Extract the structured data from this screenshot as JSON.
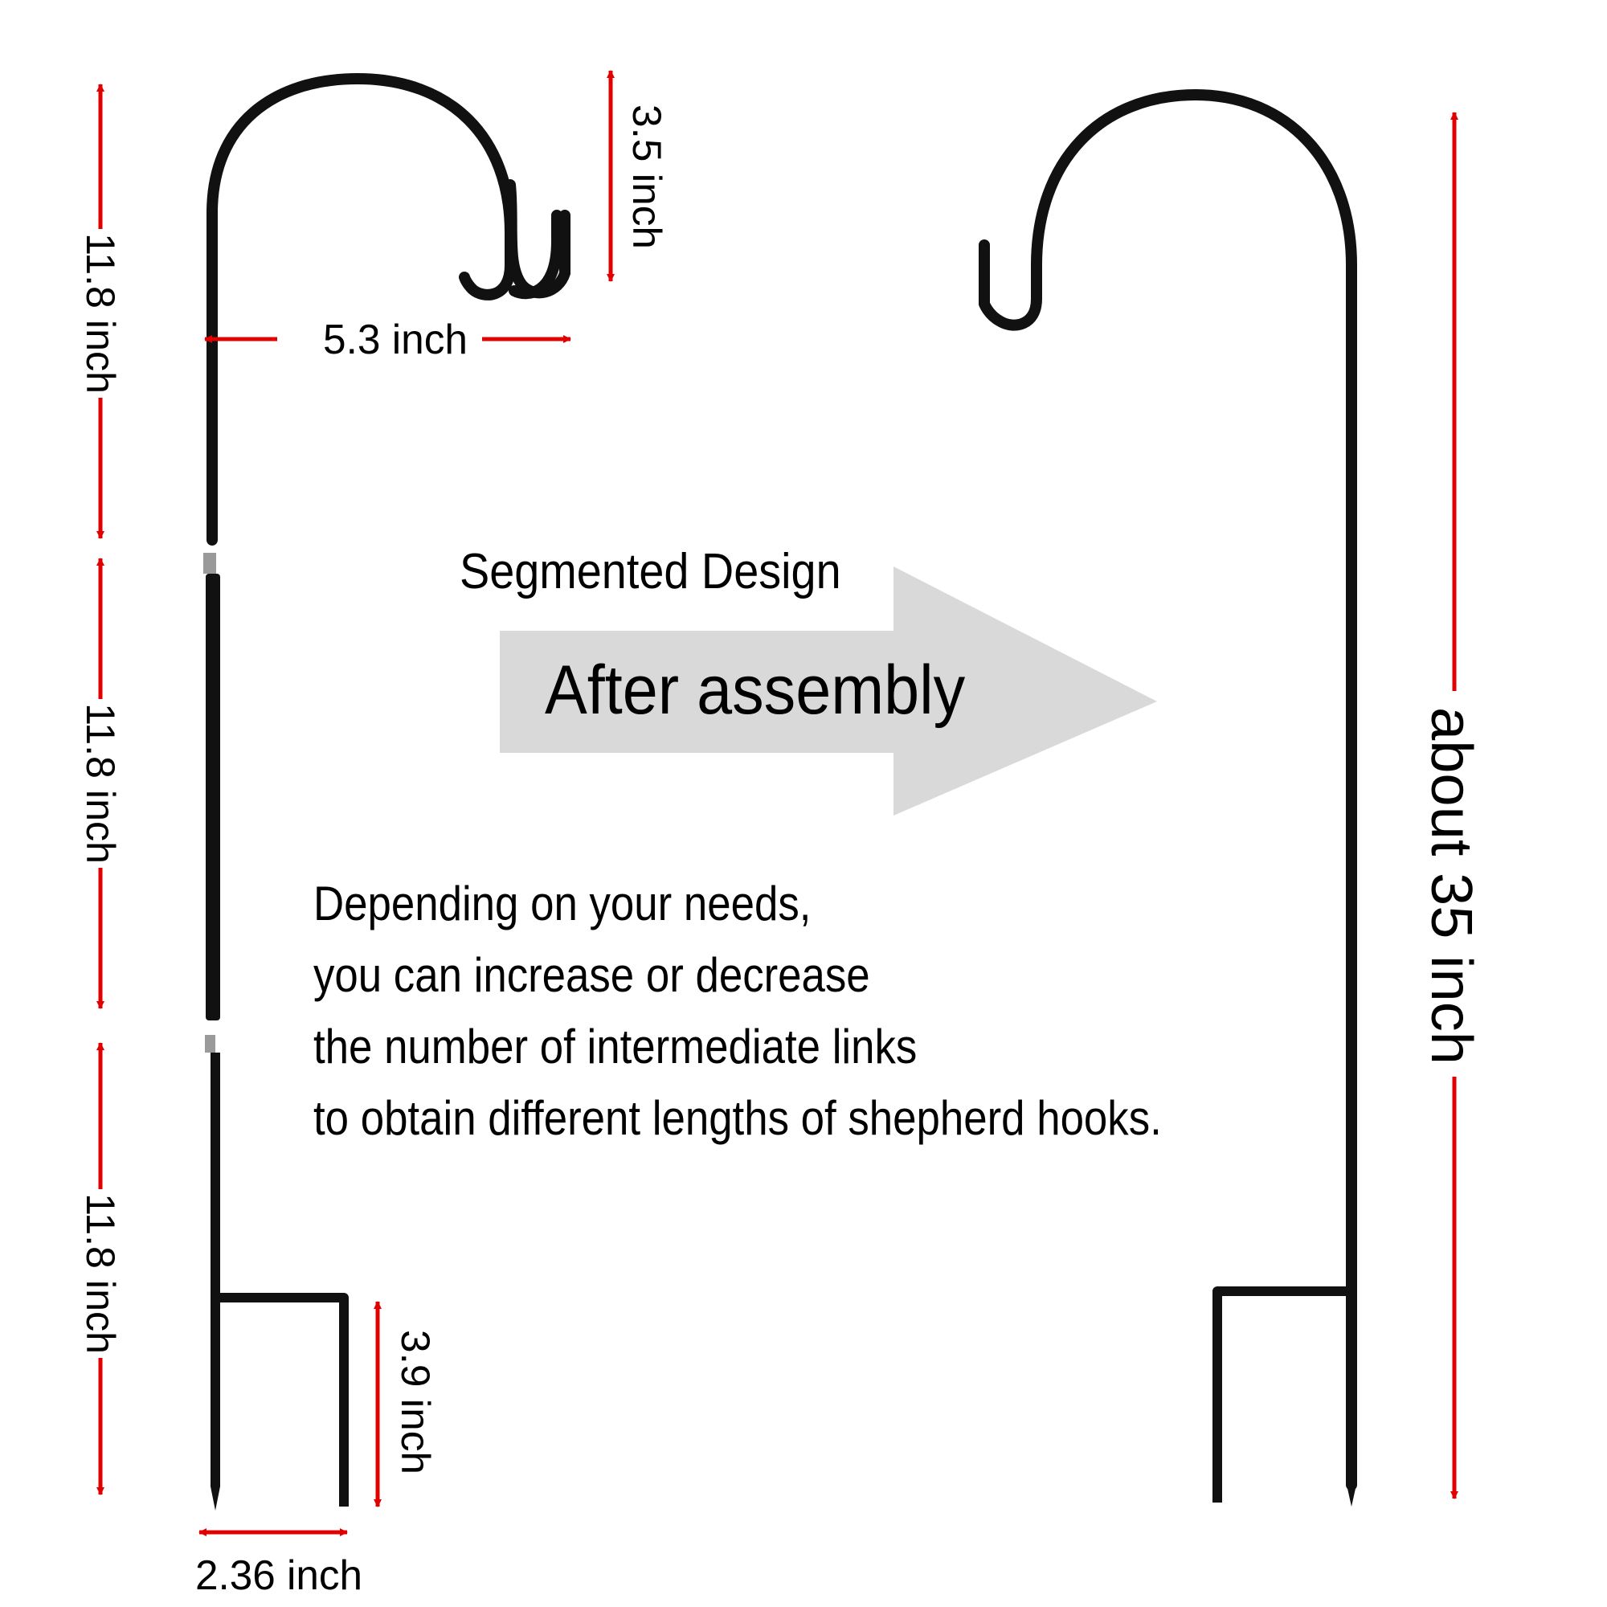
{
  "labels": {
    "top_segment_length": "11.8 inch",
    "middle_segment_length": "11.8 inch",
    "bottom_segment_length": "11.8 inch",
    "hook_width": "5.3 inch",
    "hook_height": "3.5 inch",
    "prong_height": "3.9 inch",
    "prong_width": "2.36 inch",
    "total_height": "about 35 inch"
  },
  "center": {
    "segmented_title": "Segmented Design",
    "arrow_label": "After assembly",
    "caption_lines": [
      "Depending on your needs,",
      "you can increase or decrease",
      "the number of intermediate links",
      "to obtain different lengths of shepherd hooks."
    ]
  },
  "colors": {
    "dimension_arrow": "#e00000",
    "rod": "#111111",
    "big_arrow": "#d9d9d9",
    "thread": "#9a9a9a"
  }
}
